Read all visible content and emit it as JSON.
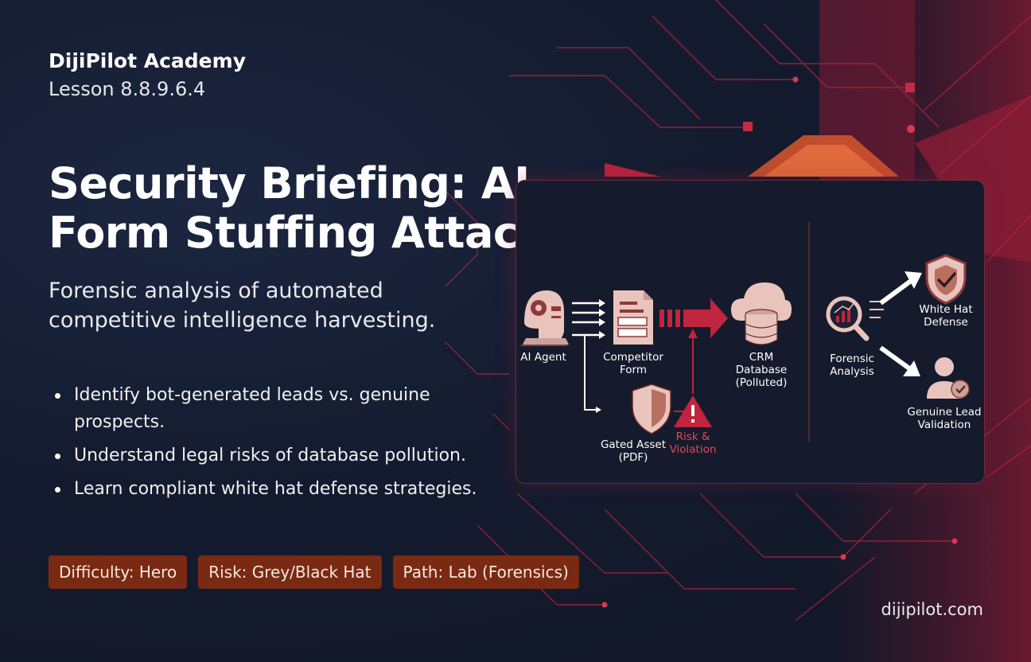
{
  "header": {
    "academy": "DijiPilot Academy",
    "lesson": "Lesson 8.8.9.6.4"
  },
  "title": "Security Briefing: AI Form Stuffing Attacks",
  "subtitle": "Forensic analysis of automated competitive intelligence harvesting.",
  "bullets": [
    "Identify bot-generated leads vs. genuine prospects.",
    "Understand legal risks of database pollution.",
    "Learn compliant white hat defense strategies."
  ],
  "badges": [
    "Difficulty: Hero",
    "Risk: Grey/Black Hat",
    "Path: Lab (Forensics)"
  ],
  "footer": {
    "site": "dijipilot.com"
  },
  "diagram": {
    "ai_agent": "AI Agent",
    "competitor_form": "Competitor\nForm",
    "crm_database": "CRM\nDatabase\n(Polluted)",
    "gated_asset": "Gated Asset\n(PDF)",
    "risk": "Risk &\nViolation",
    "forensic": "Forensic\nAnalysis",
    "white_hat": "White Hat\nDefense",
    "genuine_lead": "Genuine Lead\nValidation"
  },
  "icons": {
    "robot": "robot-head-icon",
    "form": "document-form-icon",
    "cloud_db": "cloud-database-icon",
    "shield": "shield-icon",
    "warning": "warning-triangle-icon",
    "magnifier": "magnifying-glass-chart-icon",
    "shield_check": "shield-check-icon",
    "user_check": "user-check-icon"
  },
  "colors": {
    "accent_red": "#c0243e",
    "badge_bg": "#7a2a12",
    "icon_fill": "#e9c4bd",
    "background": "#141b2e"
  }
}
